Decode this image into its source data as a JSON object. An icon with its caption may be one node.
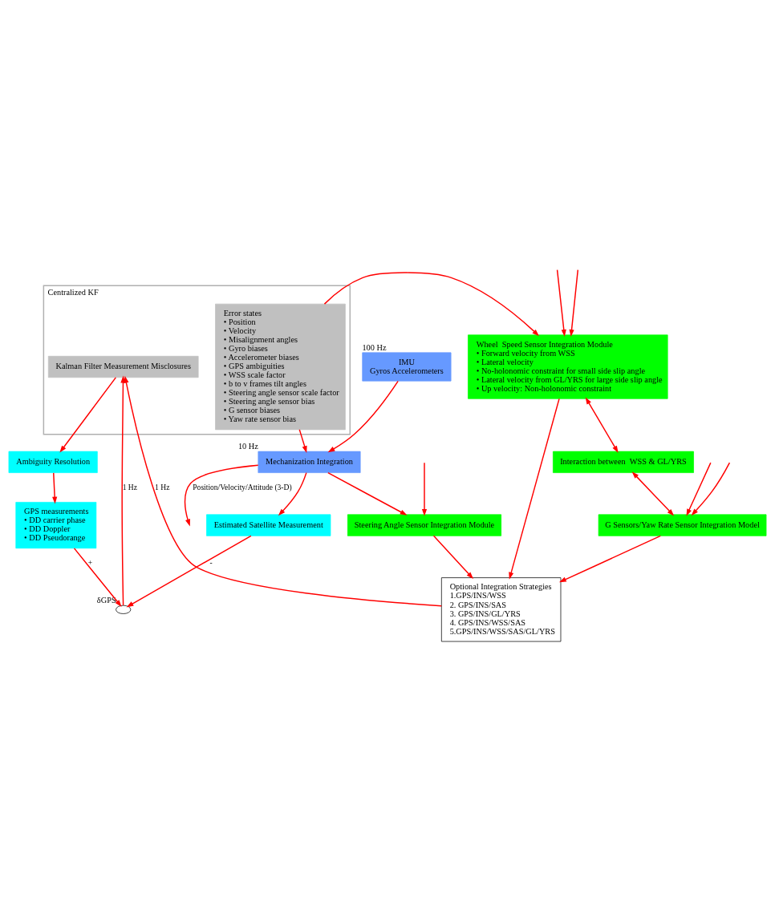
{
  "diagram": {
    "nodes": [
      {
        "text": [
          "IMU",
          "Gyros Accelerometers"
        ],
        "beside": [
          "100 Hz"
        ]
      },
      {
        "text": [
          "Mechanization Integration"
        ],
        "beside": [
          "10 Hz"
        ]
      },
      {
        "text": [
          "Estimated Satellite Measurement"
        ]
      },
      {
        "text": [
          "Centralized KF"
        ]
      },
      {
        "text": [
          "Error states",
          "• Position",
          "• Velocity",
          "• Misalignment angles",
          "• Gyro biases",
          "• Accelerometer biases",
          "• GPS ambiguities",
          "• WSS scale factor",
          "• b to v frames tilt angles",
          "• Steering angle sensor scale factor",
          "• Steering angle sensor bias",
          "• G sensor biases",
          "• Yaw rate sensor bias"
        ],
        "in": 3
      },
      {
        "text": [
          "Kalman Filter Measurement Misclosures"
        ],
        "in": 3
      },
      {
        "text": [],
        "shape": "circle",
        "beside": [
          "δGPS"
        ]
      },
      {
        "text": [
          "GPS measurements",
          "• DD carrier phase",
          "• DD Doppler",
          "• DD Pseudorange"
        ]
      },
      {
        "text": [
          "Ambiguity Resolution"
        ]
      },
      {
        "text": [
          "Optional Integration Strategies",
          "1.GPS/INS/WSS",
          "2. GPS/INS/SAS",
          "3. GPS/INS/GL/YRS",
          "4. GPS/INS/WSS/SAS",
          "5.GPS/INS/WSS/SAS/GL/YRS"
        ]
      },
      {
        "text": [
          "Wheel  Speed Sensor Integration Module",
          "• Forward velocity from WSS",
          "• Lateral velocity",
          "• No-holonomic constraint for small side slip angle",
          "• Lateral velocity from GL/YRS for large side slip angle",
          "• Up velocity: Non-holonomic constraint"
        ]
      },
      {
        "text": [
          "Steering Angle Sensor Integration Module"
        ]
      },
      {
        "text": [
          "Interaction between  WSS & GL/YRS"
        ]
      },
      {
        "text": [
          "G Sensors/Yaw Rate Sensor Integration Model"
        ]
      }
    ],
    "edges": [
      {
        "from": 0,
        "to": 1,
        "arrow": "to"
      },
      {
        "from": 1,
        "to": null,
        "arrow": "to",
        "label": "Position/Velocity/Attitude (3-D)"
      },
      {
        "from": 1,
        "to": 2,
        "arrow": "to"
      },
      {
        "from": 1,
        "to": 11,
        "arrow": "to"
      },
      {
        "from": 2,
        "to": 6,
        "arrow": "to",
        "label": "-"
      },
      {
        "from": 7,
        "to": 6,
        "arrow": "to",
        "label": "+"
      },
      {
        "from": 6,
        "to": 5,
        "arrow": "to",
        "label": "1 Hz"
      },
      {
        "from": 5,
        "to": 8,
        "arrow": "to"
      },
      {
        "from": 8,
        "to": 7,
        "arrow": "to"
      },
      {
        "from": 4,
        "to": 1,
        "arrow": "to"
      },
      {
        "from": 9,
        "to": 5,
        "arrow": "to",
        "label": "1 Hz"
      },
      {
        "from": 10,
        "to": 9,
        "arrow": "to"
      },
      {
        "from": 13,
        "to": 9,
        "arrow": "to"
      },
      {
        "from": 11,
        "to": 9,
        "arrow": "to"
      },
      {
        "from": 4,
        "to": 10,
        "arrow": "to"
      },
      {
        "from": null,
        "to": 10,
        "arrow": "to"
      },
      {
        "from": null,
        "to": 10,
        "arrow": "to"
      },
      {
        "from": null,
        "to": 13,
        "arrow": "to"
      },
      {
        "from": null,
        "to": 11,
        "arrow": "to"
      },
      {
        "from": null,
        "to": 13,
        "arrow": "to"
      },
      {
        "from": 10,
        "to": 12,
        "arrow": "both"
      },
      {
        "from": 12,
        "to": 13,
        "arrow": "both"
      }
    ]
  }
}
